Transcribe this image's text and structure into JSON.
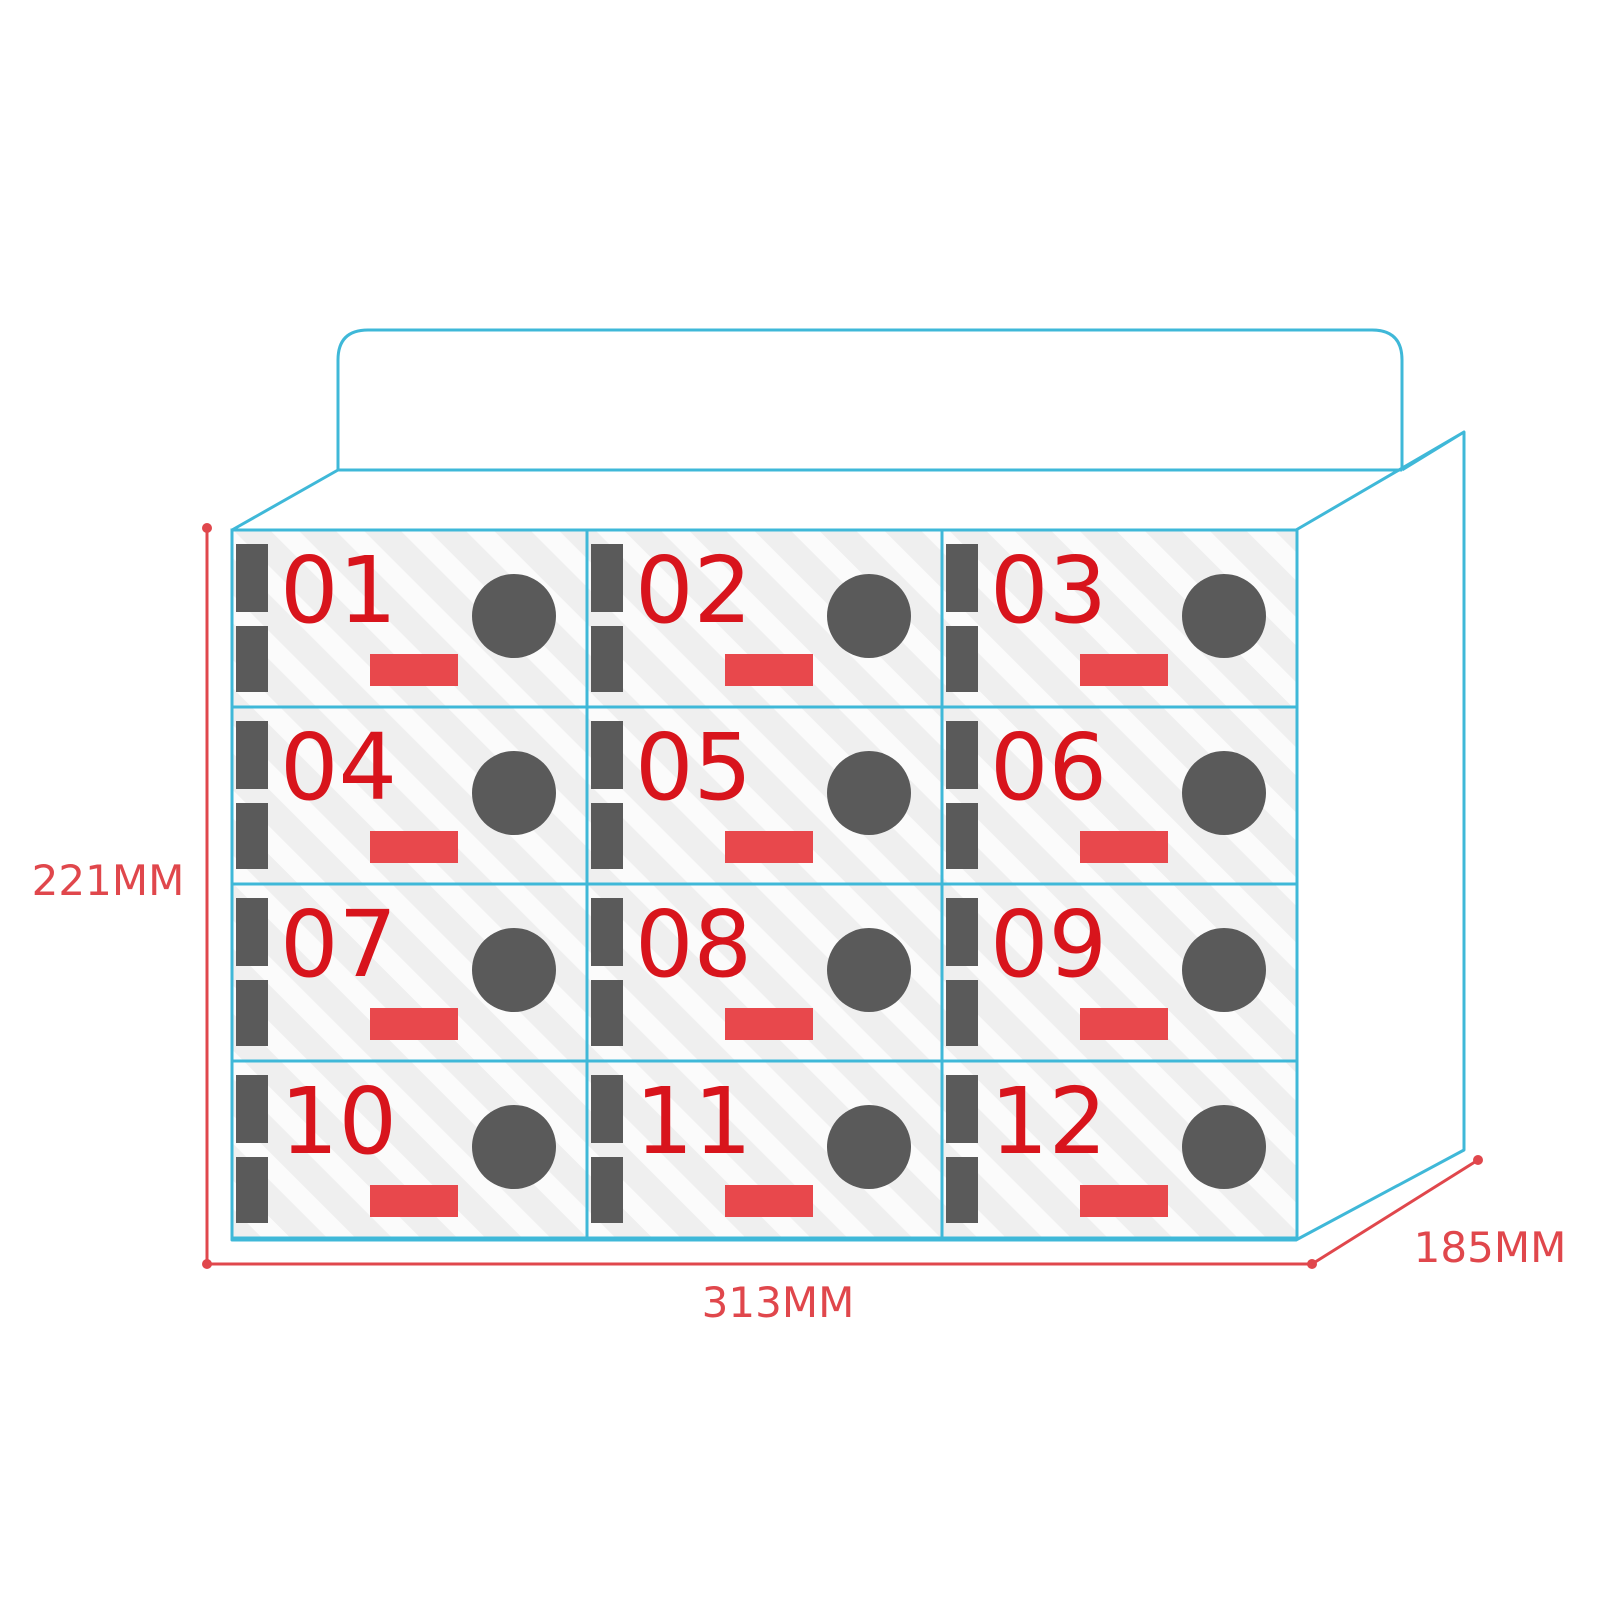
{
  "dimensions": {
    "height": "221MM",
    "width": "313MM",
    "depth": "185MM"
  },
  "drawers": [
    {
      "number": "01"
    },
    {
      "number": "02"
    },
    {
      "number": "03"
    },
    {
      "number": "04"
    },
    {
      "number": "05"
    },
    {
      "number": "06"
    },
    {
      "number": "07"
    },
    {
      "number": "08"
    },
    {
      "number": "09"
    },
    {
      "number": "10"
    },
    {
      "number": "11"
    },
    {
      "number": "12"
    }
  ],
  "grid": {
    "columns": 3,
    "rows": 4
  },
  "colors": {
    "outline": "#3fb8d8",
    "dimension": "#e0474c",
    "number": "#d8141c",
    "knob": "#5a5a5a",
    "handle": "#5a5a5a",
    "label_strip": "#e8484c",
    "drawer_face": "#f1f1f1",
    "stripe": "#ffffff"
  }
}
